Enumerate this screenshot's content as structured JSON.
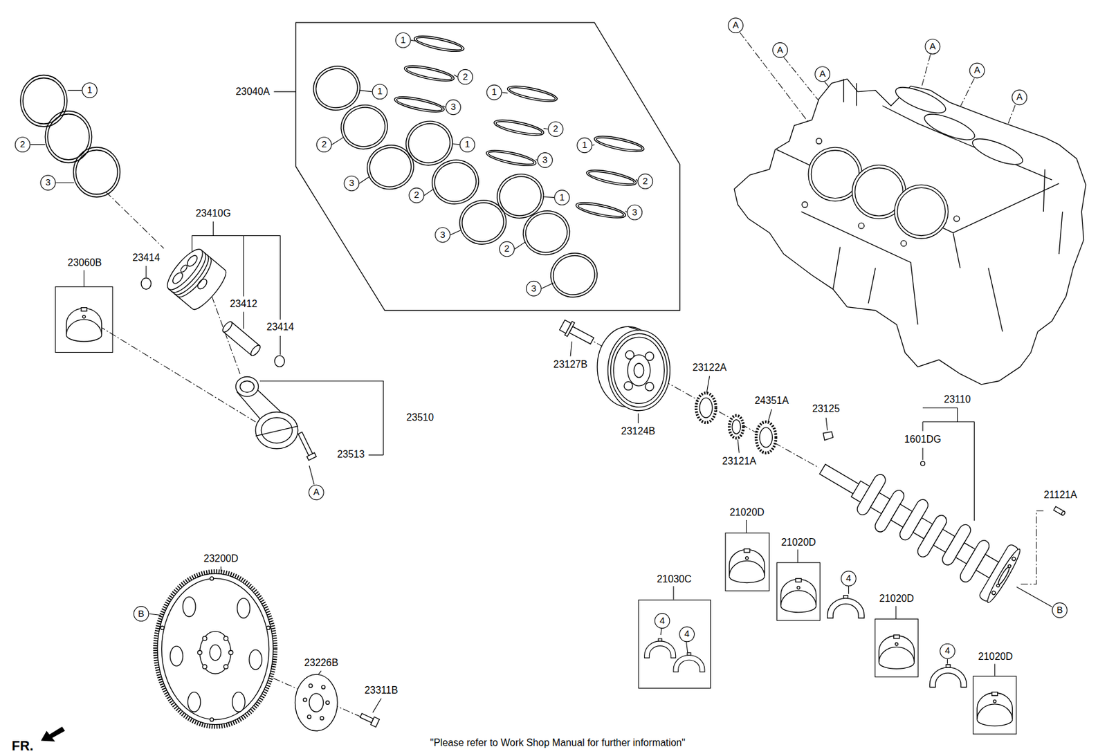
{
  "diagram": {
    "nodes": [
      {
        "text": [
          "1"
        ]
      },
      {
        "text": [
          "2"
        ]
      },
      {
        "text": [
          "3"
        ]
      },
      {
        "text": [
          "23040A"
        ]
      },
      {
        "text": [
          "1"
        ],
        "in": 3
      },
      {
        "text": [
          "2"
        ],
        "in": 3
      },
      {
        "text": [
          "1"
        ],
        "in": 3
      },
      {
        "text": [
          "1"
        ],
        "in": 3
      },
      {
        "text": [
          "3"
        ],
        "in": 3
      },
      {
        "text": [
          "2"
        ],
        "in": 3
      },
      {
        "text": [
          "2"
        ],
        "in": 3
      },
      {
        "text": [
          "1"
        ],
        "in": 3
      },
      {
        "text": [
          "1"
        ],
        "in": 3
      },
      {
        "text": [
          "3"
        ],
        "in": 3
      },
      {
        "text": [
          "2"
        ],
        "in": 3
      },
      {
        "text": [
          "3"
        ],
        "in": 3
      },
      {
        "text": [
          "2"
        ],
        "in": 3
      },
      {
        "text": [
          "1"
        ],
        "in": 3
      },
      {
        "text": [
          "3"
        ],
        "in": 3
      },
      {
        "text": [
          "3"
        ],
        "in": 3
      },
      {
        "text": [
          "2"
        ],
        "in": 3
      },
      {
        "text": [
          "3"
        ],
        "in": 3
      },
      {
        "text": [
          "A"
        ]
      },
      {
        "text": [
          "A"
        ]
      },
      {
        "text": [
          "A"
        ]
      },
      {
        "text": [
          "A"
        ]
      },
      {
        "text": [
          "A"
        ]
      },
      {
        "text": [
          "A"
        ]
      },
      {
        "text": [
          "23060B"
        ]
      },
      {
        "text": [
          "A"
        ]
      },
      {
        "text": [
          "21020D"
        ]
      },
      {
        "text": [
          "21020D"
        ]
      },
      {
        "text": [
          "4"
        ]
      },
      {
        "text": [
          "21030C"
        ]
      },
      {
        "text": [
          "4"
        ],
        "in": 33
      },
      {
        "text": [
          "4"
        ],
        "in": 33
      },
      {
        "text": [
          "B"
        ]
      },
      {
        "text": [
          "B"
        ]
      },
      {
        "text": [
          "21020D"
        ]
      },
      {
        "text": [
          "4"
        ]
      },
      {
        "text": [
          "21020D"
        ]
      }
    ],
    "labels": [
      "23410G",
      "23414",
      "23412",
      "23414",
      "23510",
      "23513",
      "23127B",
      "23124B",
      "23122A",
      "24351A",
      "23121A",
      "23125",
      "23110",
      "1601DG",
      "21121A",
      "23200D",
      "23226B",
      "23311B",
      "FR.",
      "\"Please refer to Work Shop Manual for further information\""
    ]
  }
}
